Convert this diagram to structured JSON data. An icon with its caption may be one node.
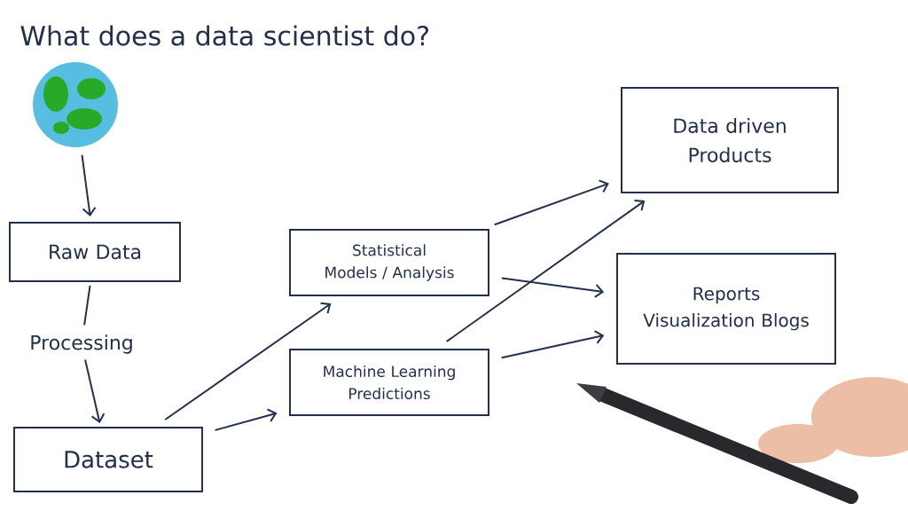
{
  "diagram": {
    "title": "What does a data scientist do?",
    "nodes": [
      {
        "text": [],
        "shape": "picture"
      },
      {
        "text": [
          "Raw Data"
        ]
      },
      {
        "text": [
          "Processing"
        ]
      },
      {
        "text": [
          "Dataset"
        ]
      },
      {
        "text": [
          "Statistical Models / Analysis"
        ]
      },
      {
        "text": [
          "Machine Learning Predictions"
        ]
      },
      {
        "text": [
          "Data driven Products"
        ]
      },
      {
        "text": [
          "Reports Visualization Blogs"
        ]
      }
    ],
    "edges": [
      {
        "from": 0,
        "to": 1,
        "arrow": "to"
      },
      {
        "from": 1,
        "to": 2,
        "arrow": "none"
      },
      {
        "from": 2,
        "to": 3,
        "arrow": "to"
      },
      {
        "from": 3,
        "to": 4,
        "arrow": "to"
      },
      {
        "from": 3,
        "to": 5,
        "arrow": "to"
      },
      {
        "from": 4,
        "to": 6,
        "arrow": "to"
      },
      {
        "from": 5,
        "to": 6,
        "arrow": "to"
      },
      {
        "from": 4,
        "to": 7,
        "arrow": "to"
      },
      {
        "from": 5,
        "to": 7,
        "arrow": "to"
      }
    ]
  }
}
